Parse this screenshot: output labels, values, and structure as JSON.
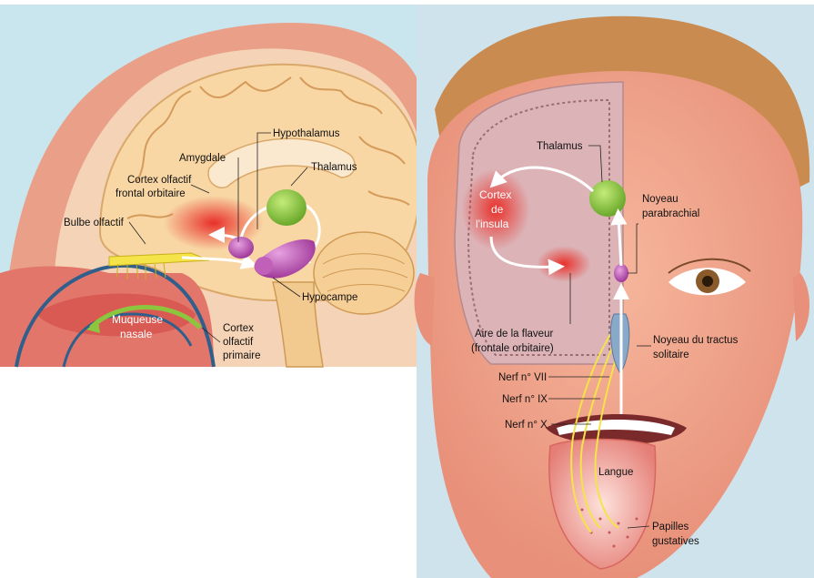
{
  "left_panel": {
    "labels": {
      "hypothalamus": "Hypothalamus",
      "amygdale": "Amygdale",
      "thalamus": "Thalamus",
      "cortex_olfactif_frontal_1": "Cortex olfactif",
      "cortex_olfactif_frontal_2": "frontal orbitaire",
      "bulbe_olfactif": "Bulbe olfactif",
      "hypocampe": "Hypocampe",
      "muqueuse_1": "Muqueuse",
      "muqueuse_2": "nasale",
      "cortex_primaire_1": "Cortex",
      "cortex_primaire_2": "olfactif",
      "cortex_primaire_3": "primaire"
    }
  },
  "right_panel": {
    "labels": {
      "thalamus": "Thalamus",
      "cortex_insula_1": "Cortex",
      "cortex_insula_2": "de",
      "cortex_insula_3": "l'insula",
      "noyeau_parabrachial_1": "Noyeau",
      "noyeau_parabrachial_2": "parabrachial",
      "aire_flaveur_1": "Aire de la flaveur",
      "aire_flaveur_2": "(frontale orbitaire)",
      "noyeau_tractus_1": "Noyeau du tractus",
      "noyeau_tractus_2": "solitaire",
      "nerf_vii": "Nerf n° VII",
      "nerf_ix": "Nerf n° IX",
      "nerf_x": "Nerf n° X",
      "langue": "Langue",
      "papilles_1": "Papilles",
      "papilles_2": "gustatives"
    }
  },
  "colors": {
    "skin": "#f0a488",
    "brain": "#f8d6a0",
    "thalamus_green": "#8cc63e",
    "hippocampus_purple": "#b85ab0",
    "cortex_red": "#e0463a",
    "nerve_yellow": "#f5e34a"
  }
}
